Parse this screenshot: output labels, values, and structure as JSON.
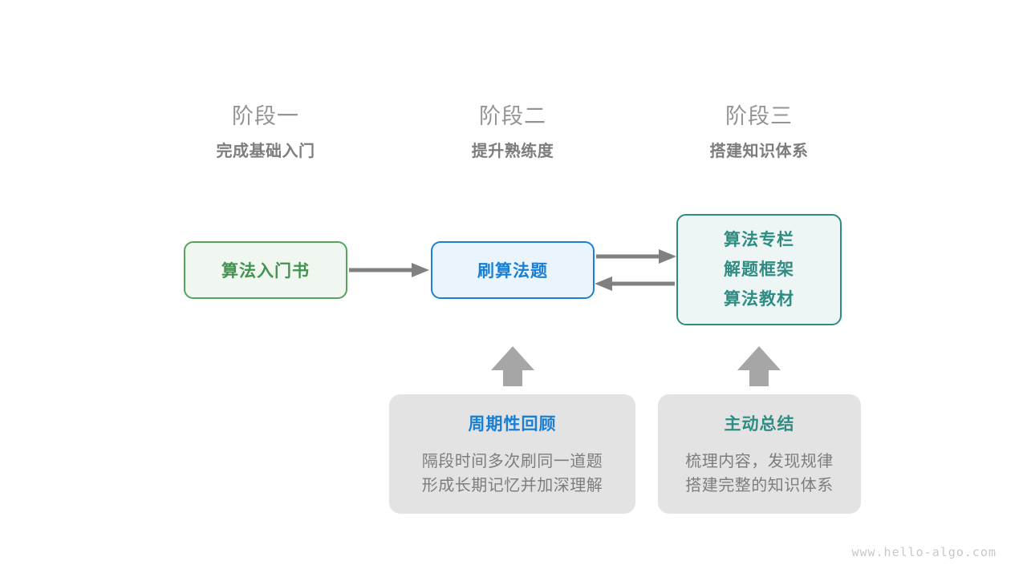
{
  "background_color": "#ffffff",
  "stages": [
    {
      "name": "阶段一",
      "goal": "完成基础入门"
    },
    {
      "name": "阶段二",
      "goal": "提升熟练度"
    },
    {
      "name": "阶段三",
      "goal": "搭建知识体系"
    }
  ],
  "nodes": {
    "book": {
      "label": "算法入门书",
      "color": "#43924f",
      "border": "#55a35d",
      "fill": "#f0f7f0"
    },
    "practice": {
      "label": "刷算法题",
      "color": "#1a7fd4",
      "border": "#1c80d4",
      "fill": "#eaf4fd"
    },
    "knowledge": {
      "lines": [
        "算法专栏",
        "解题框架",
        "算法教材"
      ],
      "color": "#2f8c83",
      "border": "#2f8c83",
      "fill": "#edf6f4"
    }
  },
  "notes": [
    {
      "title": "周期性回顾",
      "title_color": "#1a7fd4",
      "body": [
        "隔段时间多次刷同一道题",
        "形成长期记忆并加深理解"
      ]
    },
    {
      "title": "主动总结",
      "title_color": "#2f8c83",
      "body": [
        "梳理内容，发现规律",
        "搭建完整的知识体系"
      ]
    }
  ],
  "arrows": {
    "color": "#808080",
    "book_to_practice": "arrow-right",
    "practice_to_knowledge": "arrow-right",
    "knowledge_to_practice": "arrow-left",
    "review_to_practice": "arrow-up",
    "summary_to_knowledge": "arrow-up"
  },
  "watermark": "www.hello-algo.com"
}
